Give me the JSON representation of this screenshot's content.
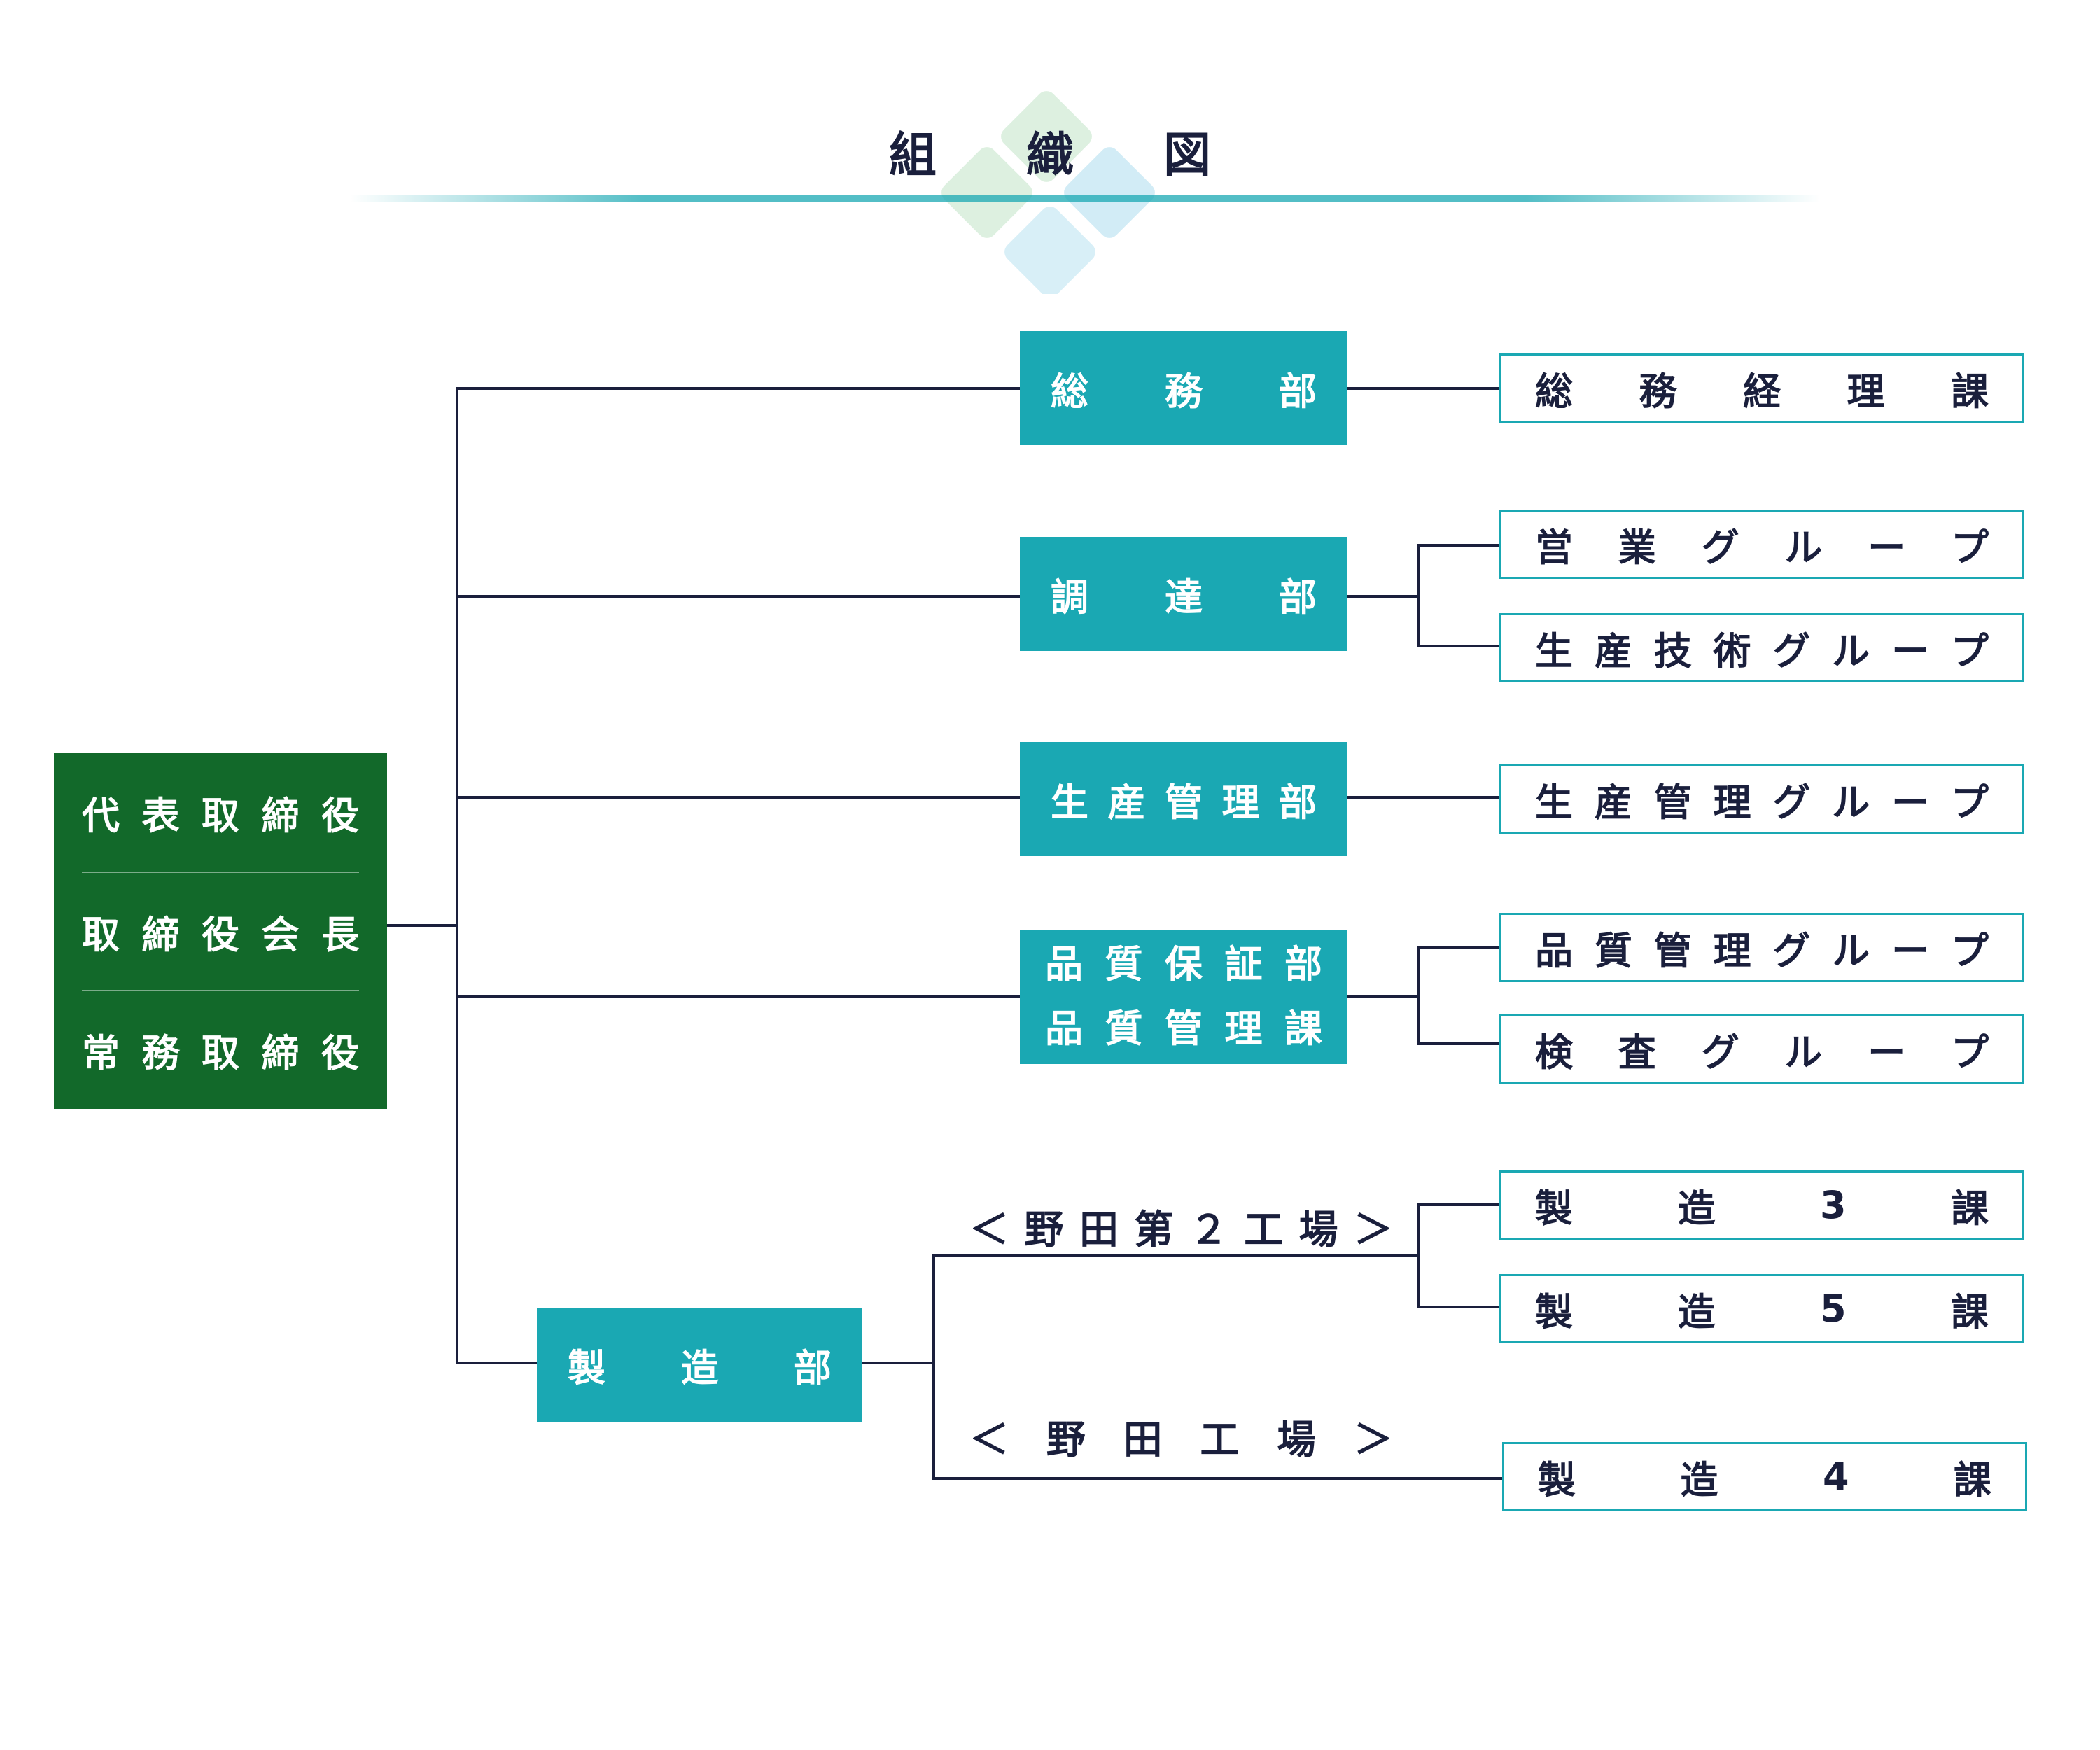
{
  "title": "組　織　図",
  "executives": [
    "代表取締役",
    "取締役会長",
    "常務取締役"
  ],
  "departments": {
    "soumu": "総　務　部",
    "chotatsu": "調　達　部",
    "seisan_kanri": "生産管理部",
    "hinshitsu_hosho": "品質保証部",
    "hinshitsu_kanri_ka": "品質管理課",
    "seizo": "製　造　部"
  },
  "sections": {
    "soumu_keiri": "総　務　経　理　課",
    "eigyo": "営　業　グ　ル　ー　プ",
    "seisan_gijutsu": "生産技術グループ",
    "seisan_kanri_group": "生産管理グループ",
    "hinshitsu_kanri_group": "品質管理グループ",
    "kensa": "検　査　グ　ル　ー　プ",
    "seizo3": "製　造　3　課",
    "seizo5": "製　造　5　課",
    "seizo4": "製　造　4　課"
  },
  "factories": {
    "noda2": "＜野田第２工場＞",
    "noda": "＜　野　田　工　場　＞"
  },
  "colors": {
    "executive_box": "#12692a",
    "department_box": "#1aa8b3",
    "section_border": "#1aa8b3",
    "line": "#1a1f3c"
  }
}
